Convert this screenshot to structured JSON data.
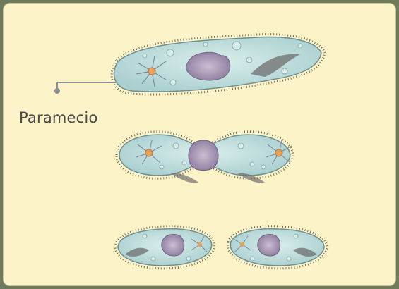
{
  "diagram": {
    "label": "Paramecio",
    "colors": {
      "background": "#fcf4c8",
      "frame": "#6f7a5a",
      "cell_body": "#c7e2e0",
      "cell_outline": "#6f8f90",
      "nucleus": "#a89bb5",
      "leader_line": "#8a8f9a",
      "cilia": "#6e6a5a"
    },
    "stages": [
      "single-cell",
      "dividing-cell",
      "daughter-cells"
    ]
  }
}
